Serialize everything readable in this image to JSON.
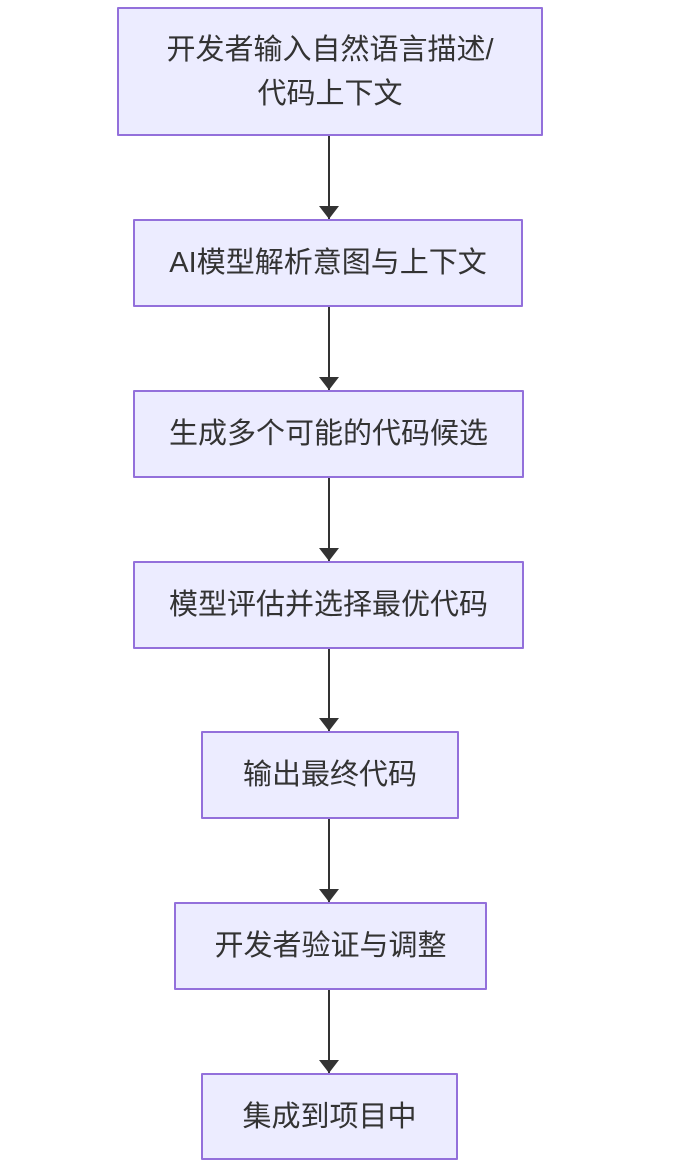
{
  "diagram": {
    "type": "flowchart",
    "direction": "top-down",
    "nodes": [
      {
        "id": "n1",
        "label": "开发者输入自然语言描述/\n代码上下文"
      },
      {
        "id": "n2",
        "label": "AI模型解析意图与上下文"
      },
      {
        "id": "n3",
        "label": "生成多个可能的代码候选"
      },
      {
        "id": "n4",
        "label": "模型评估并选择最优代码"
      },
      {
        "id": "n5",
        "label": "输出最终代码"
      },
      {
        "id": "n6",
        "label": "开发者验证与调整"
      },
      {
        "id": "n7",
        "label": "集成到项目中"
      }
    ],
    "edges": [
      {
        "from": "n1",
        "to": "n2",
        "arrow": "down-arrow"
      },
      {
        "from": "n2",
        "to": "n3",
        "arrow": "down-arrow"
      },
      {
        "from": "n3",
        "to": "n4",
        "arrow": "down-arrow"
      },
      {
        "from": "n4",
        "to": "n5",
        "arrow": "down-arrow"
      },
      {
        "from": "n5",
        "to": "n6",
        "arrow": "down-arrow"
      },
      {
        "from": "n6",
        "to": "n7",
        "arrow": "down-arrow"
      }
    ],
    "colors": {
      "node_fill": "#ECECFF",
      "node_border": "#9370DB",
      "edge": "#333333",
      "text": "#333333",
      "background": "#FFFFFF"
    }
  }
}
